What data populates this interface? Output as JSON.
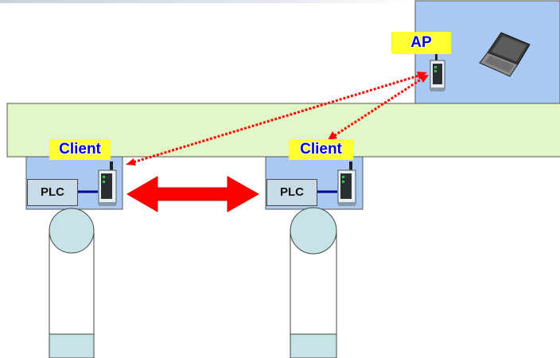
{
  "labels": {
    "ap": "AP",
    "client_left": "Client",
    "client_right": "Client",
    "plc_left": "PLC",
    "plc_right": "PLC"
  },
  "icons": [
    "access-point-icon",
    "laptop-icon",
    "wireless-client-icon"
  ],
  "colors": {
    "background": "#ffffff",
    "area_blue": "#a9c9f2",
    "band_green": "#e2f7c8",
    "label_fill": "#ffff33",
    "label_text": "#0000cc",
    "plc_fill": "#c8dce8",
    "wire": "#00008b",
    "link_red": "#ff0000",
    "robot_teal": "#c6e4e6"
  }
}
